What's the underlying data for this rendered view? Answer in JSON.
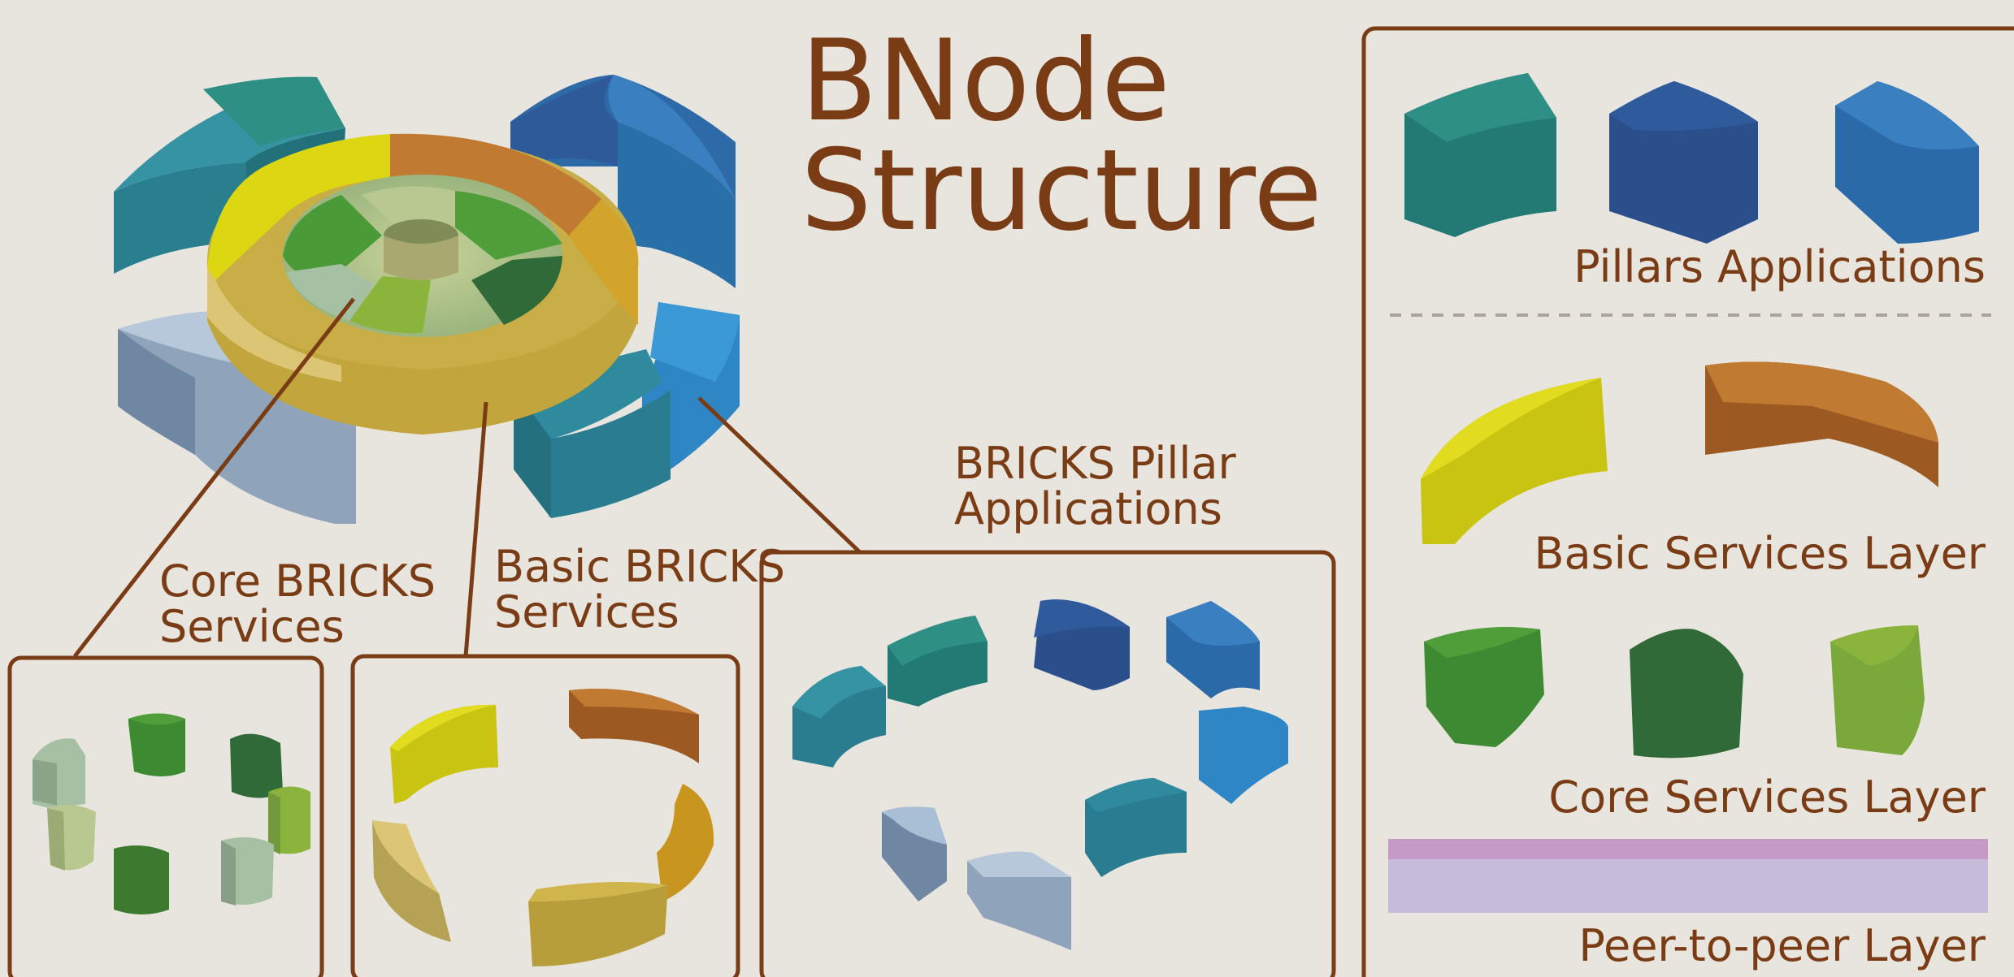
{
  "title": {
    "line1": "BNode",
    "line2": "Structure"
  },
  "callouts": {
    "core": {
      "line1": "Core BRICKS",
      "line2": "Services"
    },
    "basic": {
      "line1": "Basic BRICKS",
      "line2": "Services"
    },
    "pillar": {
      "line1": "BRICKS Pillar",
      "line2": "Applications"
    }
  },
  "legend": {
    "pillars": "Pillars Applications",
    "basic": "Basic Services Layer",
    "core": "Core Services Layer",
    "p2p": "Peer-to-peer Layer"
  },
  "colors": {
    "background": "#e8e5df",
    "text_brown": "#7a3c15",
    "teal": "#2e8f8a",
    "dark_blue": "#2e5a9c",
    "mid_blue": "#2f78b8",
    "bright_blue": "#3596d2",
    "steel_teal": "#2f8a9e",
    "light_blue": "#b6c8da",
    "yellow": "#dcd712",
    "orange": "#c07a32",
    "gold": "#d2a42c",
    "sand": "#dcc676",
    "khaki": "#c9ae48",
    "green": "#4a9a38",
    "dark_green": "#2f6a38",
    "lime": "#8ab43c",
    "sage": "#b8c890",
    "pale_green": "#a6c0a4",
    "p2p_top": "#c69ac6",
    "p2p_body": "#c6bcda"
  }
}
